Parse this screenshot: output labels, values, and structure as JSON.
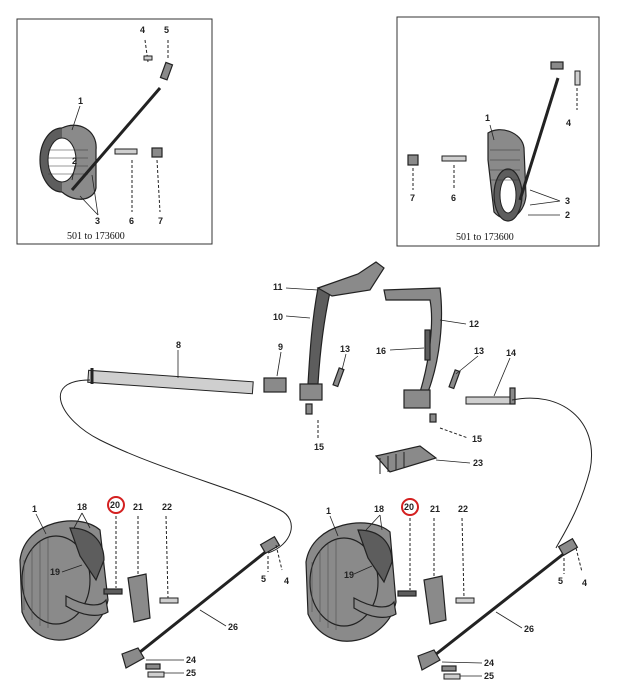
{
  "inset_left": {
    "caption": "501 to 173600",
    "labels": {
      "l1": "1",
      "l2": "2",
      "l3": "3",
      "l4": "4",
      "l5": "5",
      "l6": "6",
      "l7": "7"
    }
  },
  "inset_right": {
    "caption": "501 to 173600",
    "labels": {
      "l1": "1",
      "l2": "2",
      "l3": "3",
      "l4": "4",
      "l6": "6",
      "l7": "7"
    }
  },
  "center": {
    "labels": {
      "l8": "8",
      "l9": "9",
      "l10": "10",
      "l11": "11",
      "l12": "12",
      "l13a": "13",
      "l13b": "13",
      "l14": "14",
      "l15a": "15",
      "l15b": "15",
      "l16": "16",
      "l23": "23"
    }
  },
  "bottom_left": {
    "labels": {
      "l1": "1",
      "l18": "18",
      "l19": "19",
      "l20": "20",
      "l21": "21",
      "l22": "22",
      "l26": "26",
      "l5": "5",
      "l4": "4",
      "l24": "24",
      "l25": "25"
    }
  },
  "bottom_right": {
    "labels": {
      "l1": "1",
      "l18": "18",
      "l19": "19",
      "l20": "20",
      "l21": "21",
      "l22": "22",
      "l26": "26",
      "l5": "5",
      "l4": "4",
      "l24": "24",
      "l25": "25"
    }
  },
  "highlight_color": "#d42020"
}
